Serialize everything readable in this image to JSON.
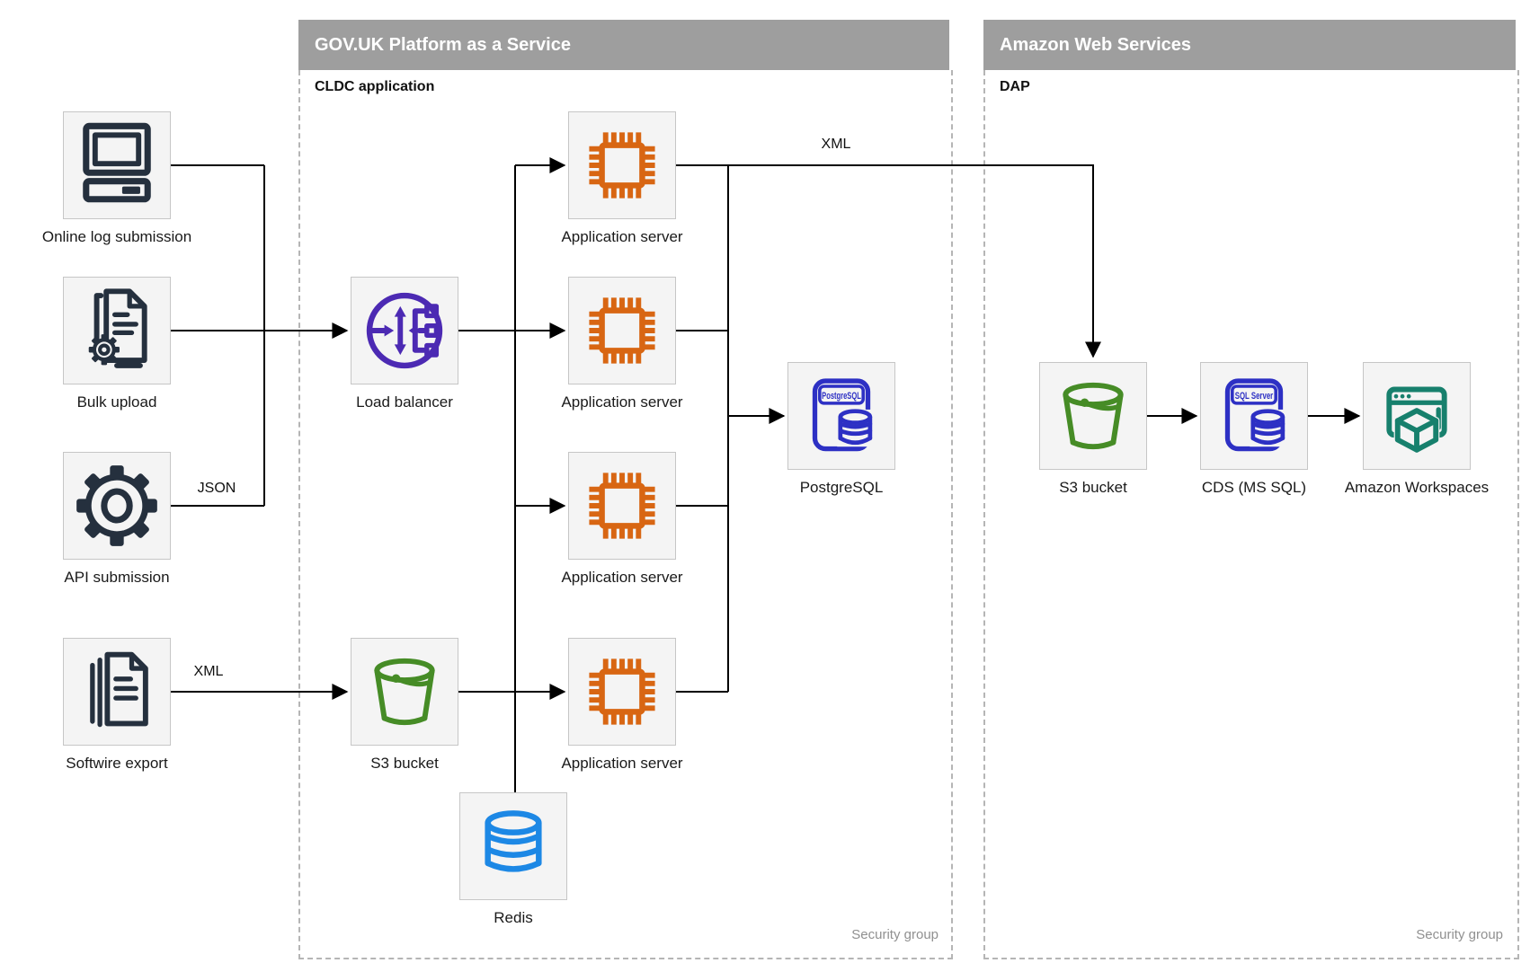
{
  "diagram": {
    "sources": {
      "online_log": {
        "label": "Online log submission"
      },
      "bulk_upload": {
        "label": "Bulk upload"
      },
      "api_submission": {
        "label": "API submission"
      },
      "softwire_export": {
        "label": "Softwire export"
      }
    },
    "paas": {
      "title": "GOV.UK Platform as a Service",
      "subtitle": "CLDC application",
      "security_label": "Security group",
      "nodes": {
        "load_balancer": {
          "label": "Load balancer"
        },
        "app_server": {
          "label": "Application server"
        },
        "s3_bucket": {
          "label": "S3 bucket"
        },
        "redis": {
          "label": "Redis"
        },
        "postgresql": {
          "label": "PostgreSQL",
          "icon_text": "PostgreSQL"
        }
      }
    },
    "aws": {
      "title": "Amazon Web Services",
      "subtitle": "DAP",
      "security_label": "Security group",
      "nodes": {
        "s3_bucket": {
          "label": "S3 bucket"
        },
        "cds": {
          "label": "CDS (MS SQL)",
          "icon_text": "SQL Server"
        },
        "workspaces": {
          "label": "Amazon Workspaces"
        }
      }
    },
    "edge_labels": {
      "json": "JSON",
      "xml_softwire": "XML",
      "xml_app": "XML"
    }
  },
  "colors": {
    "header_gray": "#9e9e9e",
    "box_fill": "#f4f4f4",
    "box_border": "#c6c6c6",
    "dashed_border": "#b5b5b5",
    "line_black": "#000000",
    "navy": "#25303e",
    "orange": "#d86613",
    "purple": "#4c2ab3",
    "green": "#468c26",
    "blue": "#2d30c4",
    "redis_blue": "#1d88e5",
    "teal": "#17806d",
    "label_black": "#1a1a1a",
    "security_gray": "#909090"
  }
}
